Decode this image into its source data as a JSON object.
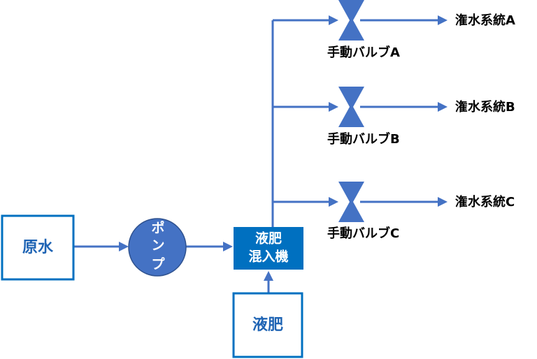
{
  "nodes": {
    "source_water": "原水",
    "pump": [
      "ポ",
      "ン",
      "プ"
    ],
    "mixer": [
      "液肥",
      "混入機"
    ],
    "fertilizer": "液肥"
  },
  "valves": [
    {
      "label": "手動バルブA",
      "system": "潅水系統A"
    },
    {
      "label": "手動バルブB",
      "system": "潅水系統B"
    },
    {
      "label": "手動バルブC",
      "system": "潅水系統C"
    }
  ],
  "colors": {
    "box_outline": "#0070c0",
    "mixer_fill": "#0070c0",
    "pump_fill": "#4472c4",
    "pipe": "#4472c4",
    "valve": "#4472c4"
  }
}
